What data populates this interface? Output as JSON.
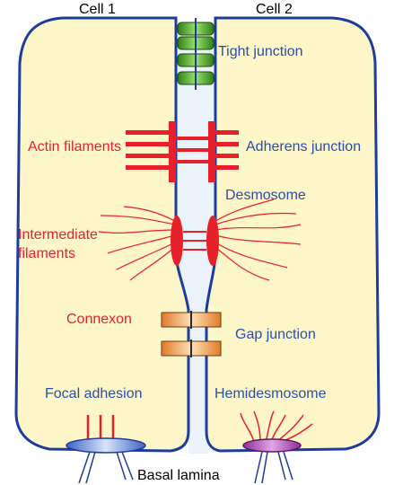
{
  "cells": {
    "left": "Cell 1",
    "right": "Cell 2"
  },
  "labels": {
    "tight_junction": "Tight junction",
    "actin_filaments": "Actin filaments",
    "adherens_junction": "Adherens junction",
    "desmosome": "Desmosome",
    "intermediate_filaments_line1": "Intermediate",
    "intermediate_filaments_line2": "filaments",
    "connexon": "Connexon",
    "gap_junction": "Gap junction",
    "focal_adhesion": "Focal adhesion",
    "hemidesmosome": "Hemidesmosome",
    "basal_lamina": "Basal lamina"
  },
  "colors": {
    "cytoplasm": "#FDF6C8",
    "membrane": "#1E3C9C",
    "blue_text": "#2B4EA8",
    "red": "#E8202A",
    "tight_green": "#4CAF2A",
    "gap_orange": "#F2A35A",
    "focal_blue": "#6F8FD8",
    "hemi_purple": "#B44BB8",
    "space": "#EAF2FA"
  }
}
